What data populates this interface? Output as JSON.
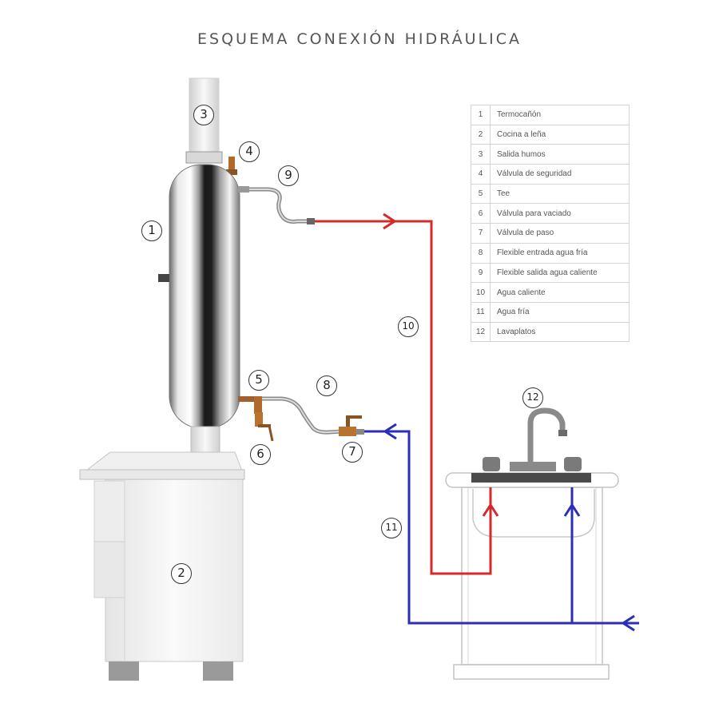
{
  "title": "ESQUEMA CONEXIÓN HIDRÁULICA",
  "legend": [
    {
      "number": "1",
      "text": "Termocañón"
    },
    {
      "number": "2",
      "text": "Cocina a leña"
    },
    {
      "number": "3",
      "text": "Salida humos"
    },
    {
      "number": "4",
      "text": "Válvula de seguridad"
    },
    {
      "number": "5",
      "text": "Tee"
    },
    {
      "number": "6",
      "text": "Válvula para vaciado"
    },
    {
      "number": "7",
      "text": "Válvula de paso"
    },
    {
      "number": "8",
      "text": "Flexible entrada agua fría"
    },
    {
      "number": "9",
      "text": "Flexible salida agua caliente"
    },
    {
      "number": "10",
      "text": "Agua caliente"
    },
    {
      "number": "11",
      "text": "Agua fría"
    },
    {
      "number": "12",
      "text": "Lavaplatos"
    }
  ],
  "callouts": {
    "c1": "1",
    "c2": "2",
    "c3": "3",
    "c4": "4",
    "c5": "5",
    "c6": "6",
    "c7": "7",
    "c8": "8",
    "c9": "9",
    "c10": "10",
    "c11": "11",
    "c12": "12"
  },
  "colors": {
    "hot_water": "#d42a2a",
    "cold_water": "#2b2fb5",
    "steel": "#c9c9c9",
    "stove": "#f2f2f2"
  }
}
